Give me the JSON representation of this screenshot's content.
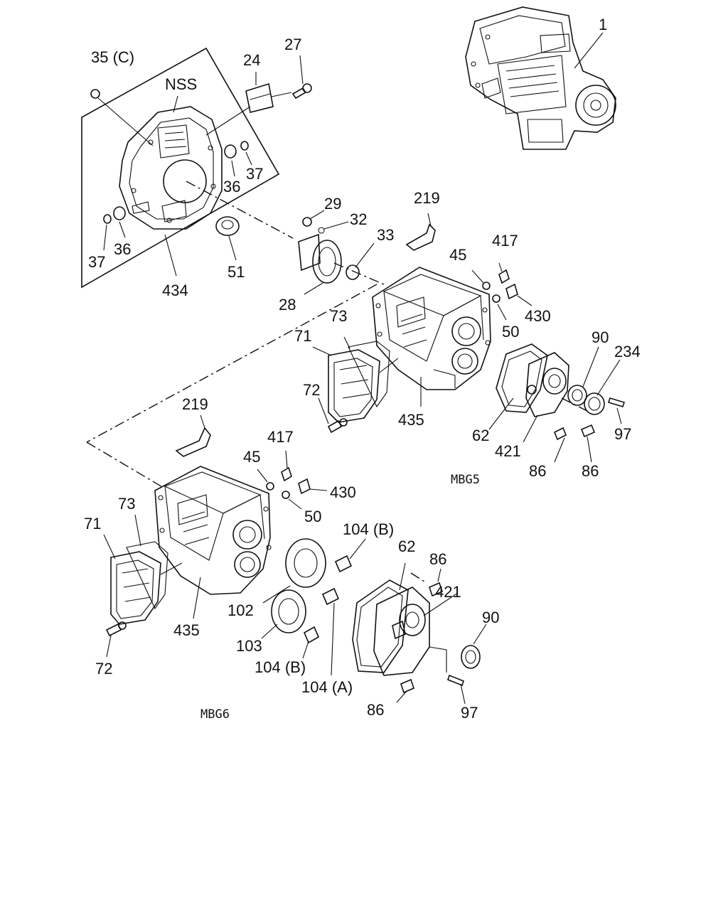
{
  "labels": {
    "l1": "1",
    "l35c": "35 (C)",
    "l24": "24",
    "l27": "27",
    "lnss": "NSS",
    "l37a": "37",
    "l36a": "36",
    "l37b": "37",
    "l36b": "36",
    "l51": "51",
    "l434": "434",
    "l29": "29",
    "l32": "32",
    "l33": "33",
    "l28": "28",
    "l219a": "219",
    "l417a": "417",
    "l45a": "45",
    "l430a": "430",
    "l50a": "50",
    "l73a": "73",
    "l71a": "71",
    "l72a": "72",
    "l435a": "435",
    "l90a": "90",
    "l234": "234",
    "l62a": "62",
    "l421a": "421",
    "l97a": "97",
    "l86a": "86",
    "l86b": "86",
    "l219b": "219",
    "l417b": "417",
    "l45b": "45",
    "l430b": "430",
    "l50b": "50",
    "l73b": "73",
    "l71b": "71",
    "l72b": "72",
    "l435b": "435",
    "l104b1": "104 (B)",
    "l102": "102",
    "l103": "103",
    "l104b2": "104 (B)",
    "l104a": "104 (A)",
    "l62b": "62",
    "l86c": "86",
    "l421b": "421",
    "l90b": "90",
    "l86d": "86",
    "l97b": "97"
  },
  "group_codes": {
    "mbg5": "MBG5",
    "mbg6": "MBG6"
  }
}
